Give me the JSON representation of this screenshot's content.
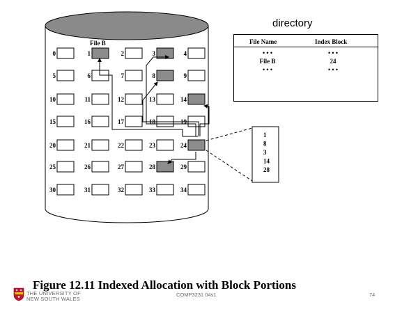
{
  "disk": {
    "file_label": "File B",
    "blocks": [
      {
        "n": "0",
        "used": false
      },
      {
        "n": "1",
        "used": true
      },
      {
        "n": "2",
        "used": false
      },
      {
        "n": "3",
        "used": true
      },
      {
        "n": "4",
        "used": false
      },
      {
        "n": "5",
        "used": false
      },
      {
        "n": "6",
        "used": false
      },
      {
        "n": "7",
        "used": false
      },
      {
        "n": "8",
        "used": true
      },
      {
        "n": "9",
        "used": false
      },
      {
        "n": "10",
        "used": false
      },
      {
        "n": "11",
        "used": false
      },
      {
        "n": "12",
        "used": false
      },
      {
        "n": "13",
        "used": false
      },
      {
        "n": "14",
        "used": true
      },
      {
        "n": "15",
        "used": false
      },
      {
        "n": "16",
        "used": false
      },
      {
        "n": "17",
        "used": false
      },
      {
        "n": "18",
        "used": false
      },
      {
        "n": "19",
        "used": false
      },
      {
        "n": "20",
        "used": false
      },
      {
        "n": "21",
        "used": false
      },
      {
        "n": "22",
        "used": false
      },
      {
        "n": "23",
        "used": false
      },
      {
        "n": "24",
        "used": true
      },
      {
        "n": "25",
        "used": false
      },
      {
        "n": "26",
        "used": false
      },
      {
        "n": "27",
        "used": false
      },
      {
        "n": "28",
        "used": true
      },
      {
        "n": "29",
        "used": false
      },
      {
        "n": "30",
        "used": false
      },
      {
        "n": "31",
        "used": false
      },
      {
        "n": "32",
        "used": false
      },
      {
        "n": "33",
        "used": false
      },
      {
        "n": "34",
        "used": false
      }
    ],
    "index_block_entries": [
      "1",
      "8",
      "3",
      "14",
      "28"
    ]
  },
  "directory": {
    "title": "directory",
    "headers": {
      "file_name": "File Name",
      "index_block": "Index Block"
    },
    "rows": [
      {
        "file_name": "• • •",
        "index_block": "• • •"
      },
      {
        "file_name": "File B",
        "index_block": "24"
      },
      {
        "file_name": "• • •",
        "index_block": "• • •"
      }
    ]
  },
  "caption": "Figure 12.11   Indexed Allocation with Block Portions",
  "footer": {
    "org_line1": "THE UNIVERSITY OF",
    "org_line2": "NEW SOUTH WALES",
    "course": "COMP3231 04s1",
    "page": "74"
  },
  "colors": {
    "used_block": "#8c8c8c",
    "free_block": "#ffffff",
    "disk_top": "#8a8a8a"
  }
}
